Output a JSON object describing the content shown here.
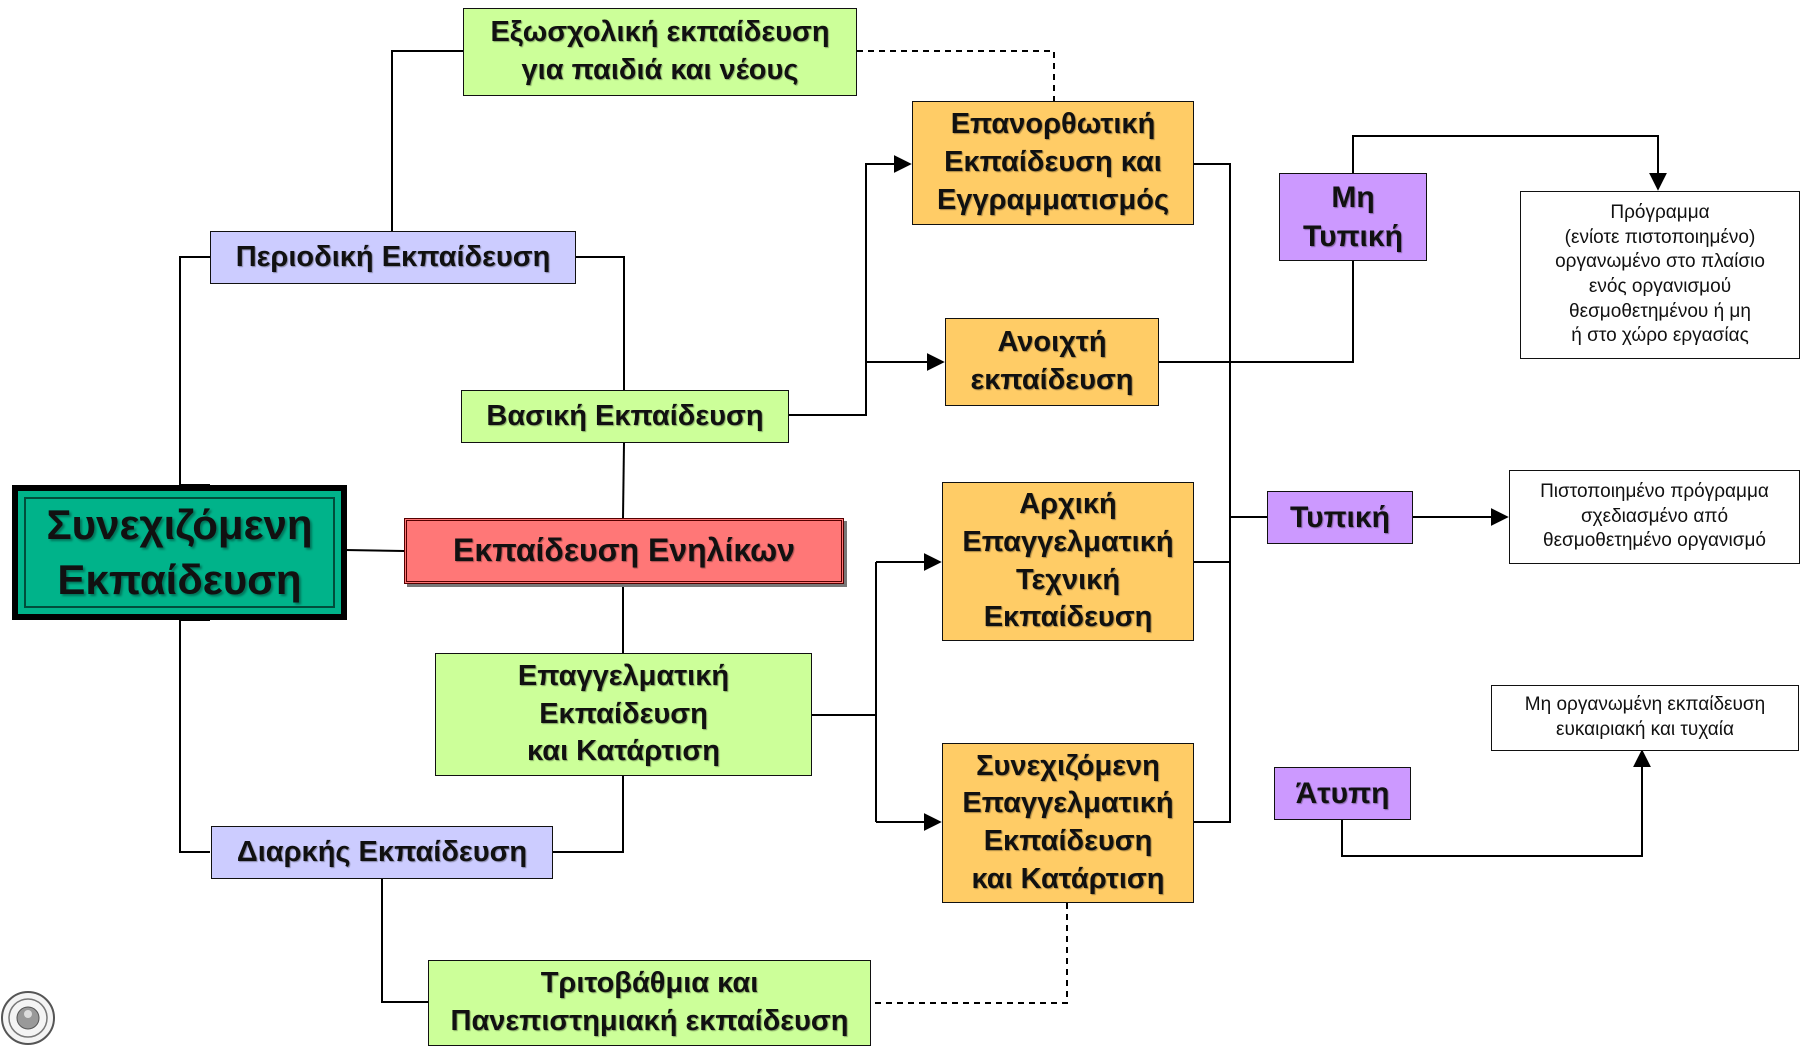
{
  "diagram": {
    "center": "Συνεχιζόμενη\nΕκπαίδευση",
    "adult": "Εκπαίδευση Ενηλίκων",
    "periodic": "Περιοδική Εκπαίδευση",
    "lifelong": "Διαρκής Εκπαίδευση",
    "extracurricular": "Εξωσχολική εκπαίδευση\nγια παιδιά και νέους",
    "basic": "Βασική Εκπαίδευση",
    "vocational": "Επαγγελματική\nΕκπαίδευση\nκαι Κατάρτιση",
    "tertiary": "Τριτοβάθμια και\nΠανεπιστημιακή εκπαίδευση",
    "remedial": "Επανορθωτική\nΕκπαίδευση και\nΕγγραμματισμός",
    "open": "Ανοιχτή\nεκπαίδευση",
    "initial_vet": "Αρχική\nΕπαγγελματική\nΤεχνική\nΕκπαίδευση",
    "continuing_vet": "Συνεχιζόμενη\nΕπαγγελματική\nΕκπαίδευση\nκαι Κατάρτιση",
    "non_formal": "Μη\nΤυπική",
    "formal": "Τυπική",
    "informal": "Άτυπη",
    "non_formal_note": "Πρόγραμμα\n(ενίοτε πιστοποιημένο)\nοργανωμένο στο πλαίσιο\nενός οργανισμού\nθεσμοθετημένου ή μη\nή στο χώρο εργασίας",
    "formal_note": "Πιστοποιημένο πρόγραμμα\nσχεδιασμένο από\nθεσμοθετημένο οργανισμό",
    "informal_note": "Μη οργανωμένη εκπαίδευση\nευκαιριακή και τυχαία"
  },
  "colors": {
    "center": "#00b38a",
    "adult": "#ff7777",
    "green": "#ccff99",
    "lavender": "#ccccff",
    "orange": "#ffcc66",
    "purple": "#cc99ff"
  },
  "icons": {
    "seal": "university-seal-icon"
  }
}
